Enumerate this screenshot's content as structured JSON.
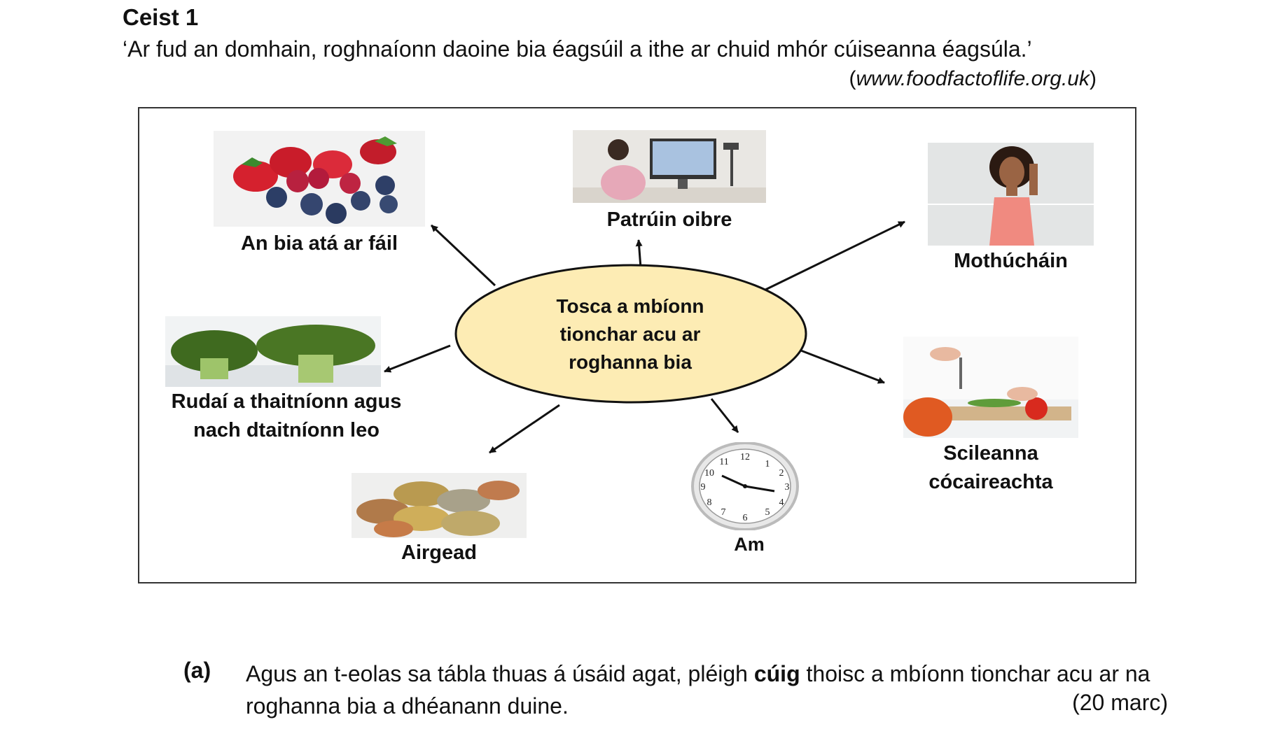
{
  "question": {
    "title": "Ceist 1",
    "quote": "‘Ar fud an domhain, roghnaíonn daoine bia éagsúil a ithe ar chuid mhór cúiseanna éagsúla.’",
    "source_open": "(",
    "source_url": "www.foodfactoflife.org.uk",
    "source_close": ")"
  },
  "diagram": {
    "center": [
      "Tosca a mbíonn",
      "tionchar acu ar",
      "roghanna bia"
    ],
    "factors": {
      "available_food": "An bia atá ar fáil",
      "work_pattern": "Patrúin oibre",
      "emotions": "Mothúcháin",
      "likes_line1": "Rudaí a thaitníonn agus",
      "likes_line2": "nach dtaitníonn leo",
      "skills_line1": "Scileanna",
      "skills_line2": "cócaireachta",
      "money": "Airgead",
      "time": "Am"
    },
    "colors": {
      "ellipse_fill": "#fdecb4",
      "border": "#333333"
    }
  },
  "part_a": {
    "label": "(a)",
    "text_before": "Agus an t-eolas sa tábla thuas á úsáid agat, pléigh ",
    "bold_word": "cúig",
    "text_after": " thoisc a mbíonn tionchar acu ar na roghanna bia a dhéanann duine.",
    "marks": "(20 marc)"
  }
}
